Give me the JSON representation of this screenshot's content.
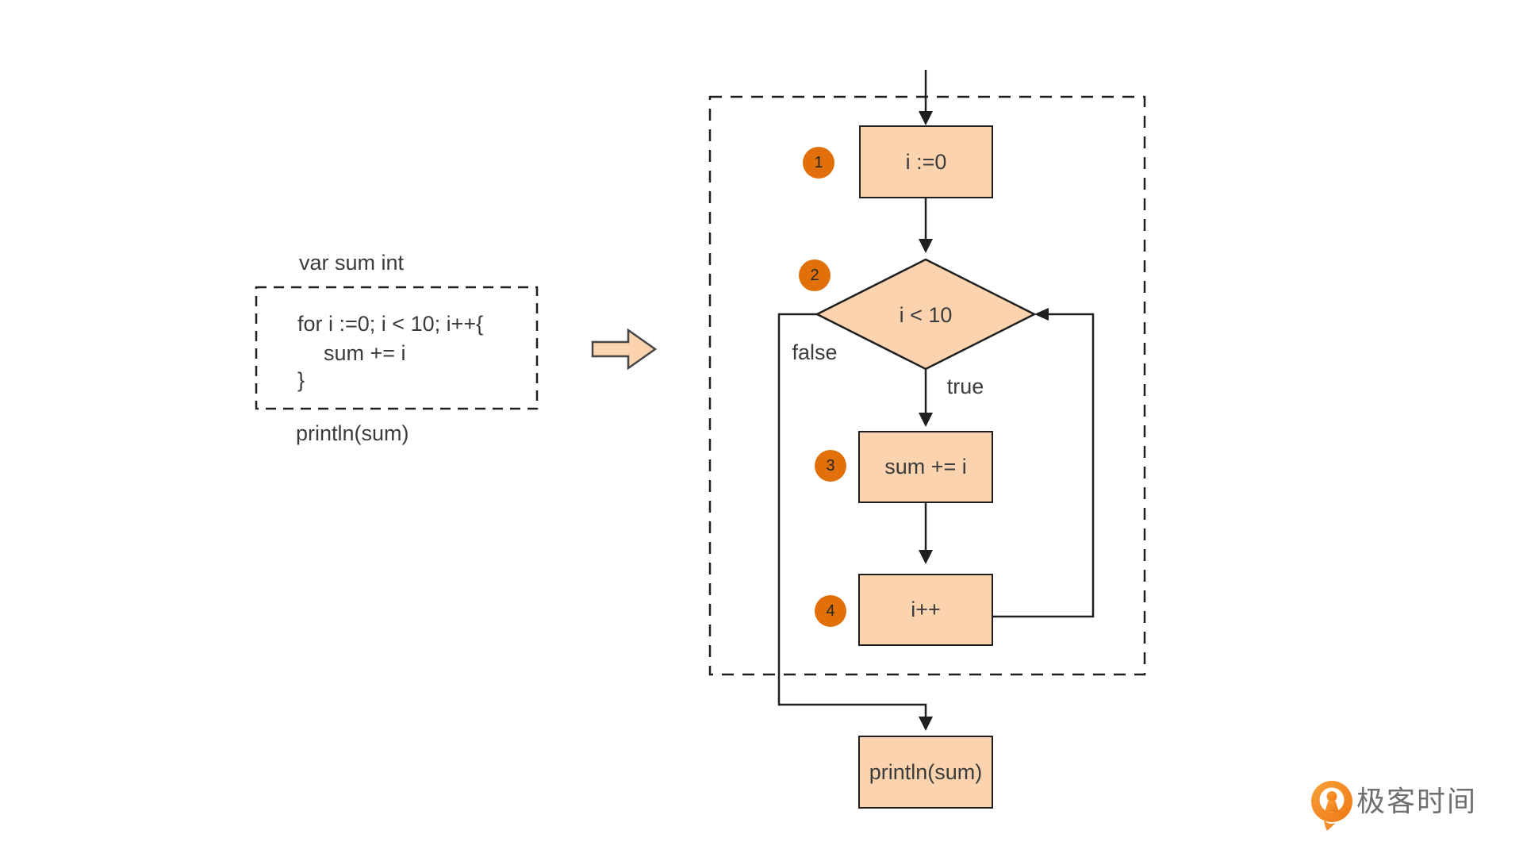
{
  "code_panel": {
    "declaration": "var sum int",
    "for_line": "for i :=0; i < 10; i++{",
    "body_line": "sum += i",
    "close_brace": "}",
    "print_line": "println(sum)"
  },
  "flowchart": {
    "steps": [
      {
        "badge": "1",
        "label": "i :=0",
        "type": "process"
      },
      {
        "badge": "2",
        "label": "i < 10",
        "type": "decision"
      },
      {
        "badge": "3",
        "label": "sum += i",
        "type": "process"
      },
      {
        "badge": "4",
        "label": "i++",
        "type": "process"
      }
    ],
    "end_node": "println(sum)",
    "labels": {
      "false": "false",
      "true": "true"
    }
  },
  "logo": {
    "text": "极客时间"
  },
  "colors": {
    "node_fill": "#FBD4AF",
    "outline": "#1f1f1f",
    "badge_orange": "#E1700A",
    "transform_arrow_fill": "#FBD4AF",
    "logo_orange": "#EE7712",
    "logo_text_gray": "#6F6F6F",
    "text": "#3b3b3b"
  }
}
